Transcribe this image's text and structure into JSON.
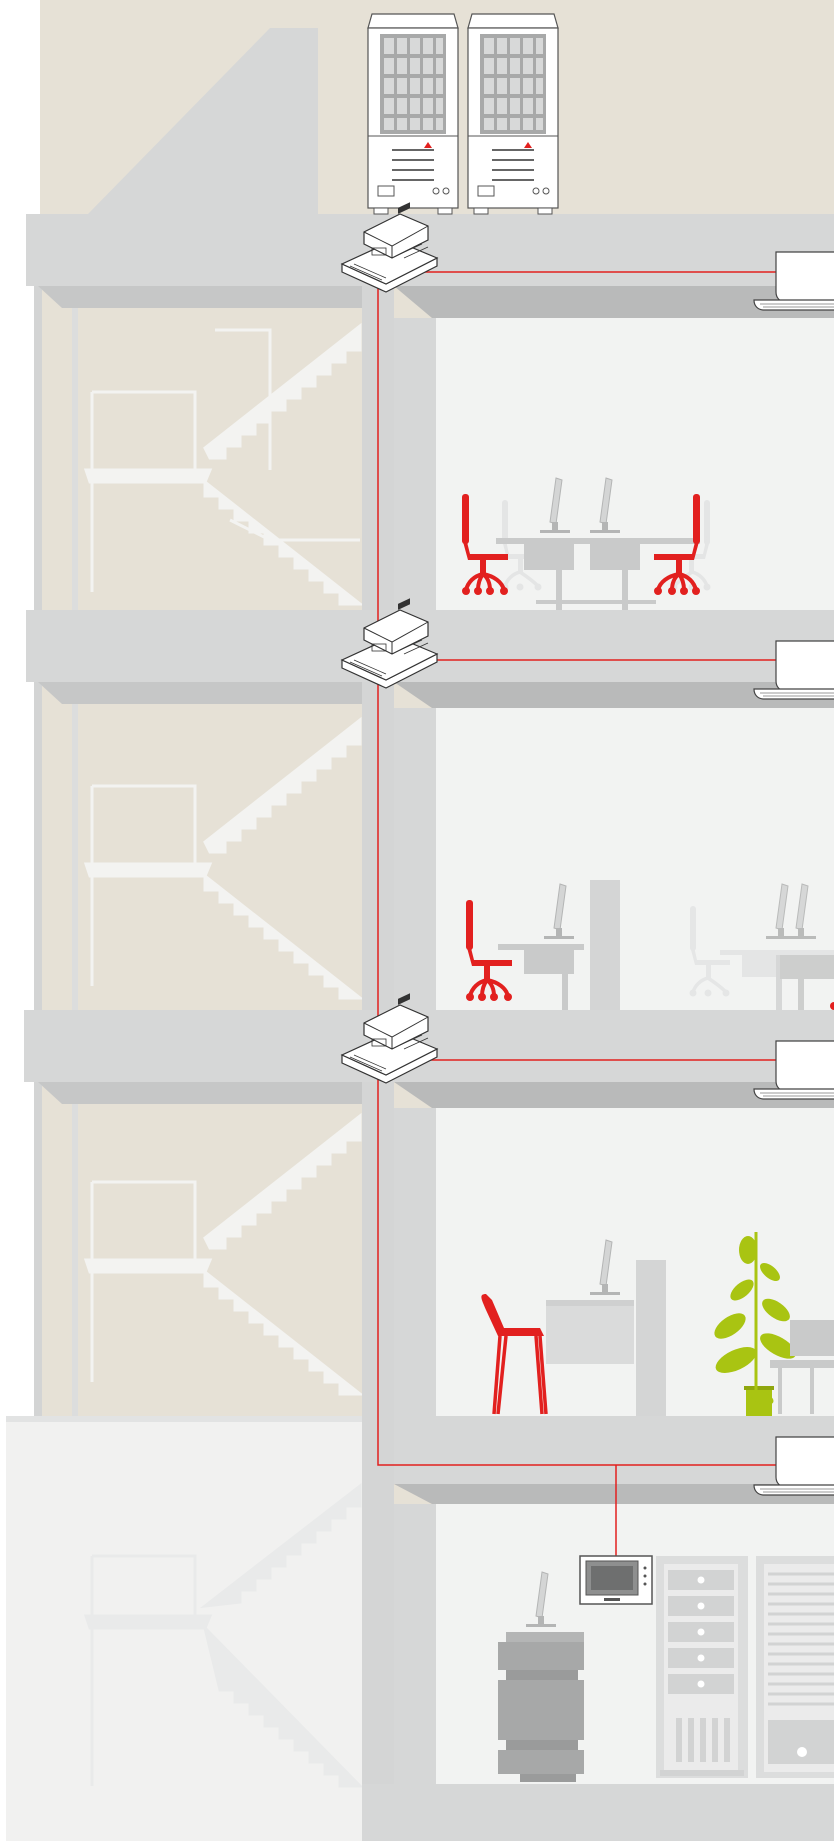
{
  "scene": {
    "type": "building-cross-section",
    "floors": 4,
    "outdoor_units": 2,
    "branch_controllers": 3,
    "indoor_units": 4,
    "central_controller": 1,
    "server_racks": 2,
    "icons": [
      "outdoor-unit-icon",
      "branch-controller-icon",
      "ceiling-cassette-icon",
      "central-controller-icon",
      "office-chair-icon",
      "desk-icon",
      "monitor-icon",
      "plant-icon",
      "server-rack-icon",
      "staircase-icon"
    ],
    "colors": {
      "sky": "#e6e1d6",
      "wall": "#f2f3f2",
      "slab": "#d6d7d7",
      "slab_shadow": "#b9baba",
      "column": "#cfd0d0",
      "refrigerant_pipe": "#e2201f",
      "chair": "#e2201f",
      "furniture": "#c9caca",
      "furniture_light": "#e3e4e4",
      "plant": "#a9c412",
      "line_art": "#333333"
    }
  }
}
